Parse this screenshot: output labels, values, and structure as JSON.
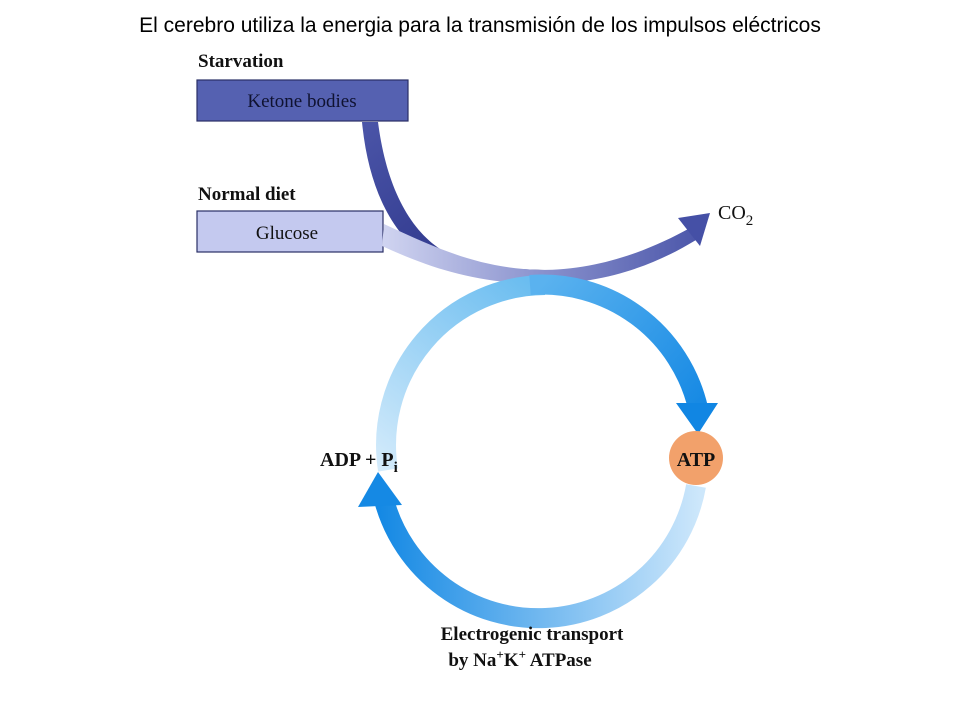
{
  "title": "El cerebro utiliza la energia para la transmisión de los impulsos eléctricos",
  "sources": {
    "starvation": {
      "heading": "Starvation",
      "box_label": "Ketone bodies"
    },
    "normal_diet": {
      "heading": "Normal diet",
      "box_label": "Glucose"
    }
  },
  "product": {
    "base": "CO",
    "subscript": "2"
  },
  "cycle": {
    "atp_label": "ATP",
    "adp_base": "ADP + P",
    "adp_subscript": "i"
  },
  "transport": {
    "line1": "Electrogenic transport",
    "line2_prefix": "by Na",
    "na_charge": "+",
    "k_symbol": "K",
    "k_charge": "+",
    "line2_suffix": " ATPase"
  },
  "colors": {
    "ketone_box": "#5561b1",
    "glucose_box": "#c4c9ef",
    "dark_arrow": "#2a328c",
    "cycle_blue": "#1b8ee6",
    "cycle_light": "#c9e5fa",
    "atp_circle": "#f2a16b"
  }
}
